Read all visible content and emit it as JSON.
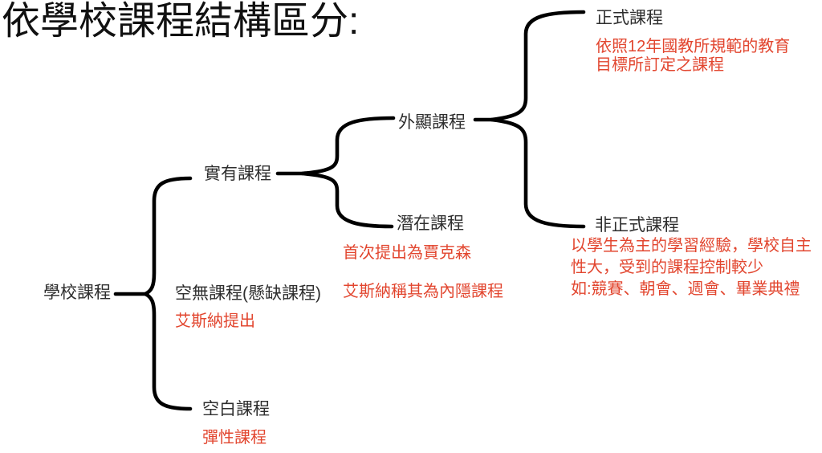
{
  "title": "依學校課程結構區分:",
  "palette": {
    "background": "#ffffff",
    "label_color": "#2e2e2e",
    "note_color": "#e2462f",
    "connector_color": "#000000"
  },
  "nodes": {
    "school": {
      "label": "學校課程"
    },
    "real": {
      "label": "實有課程"
    },
    "absent": {
      "label": "空無課程(懸缺課程)",
      "notes": [
        [
          "艾斯納提出"
        ]
      ]
    },
    "blank": {
      "label": "空白課程",
      "notes": [
        [
          "彈性課程"
        ]
      ]
    },
    "explicit": {
      "label": "外顯課程"
    },
    "latent": {
      "label": "潛在課程",
      "notes": [
        [
          "首次提出為賈克森"
        ],
        [
          "艾斯納稱其為內隱課程"
        ]
      ]
    },
    "formal": {
      "label": "正式課程",
      "notes": [
        [
          "依照12年國教所規範的教育",
          "目標所訂定之課程"
        ]
      ]
    },
    "informal": {
      "label": "非正式課程",
      "notes": [
        [
          "以學生為主的學習經驗，學校自主",
          "性大，受到的課程控制較少"
        ],
        [
          "如:競賽、朝會、週會、畢業典禮"
        ]
      ]
    }
  }
}
